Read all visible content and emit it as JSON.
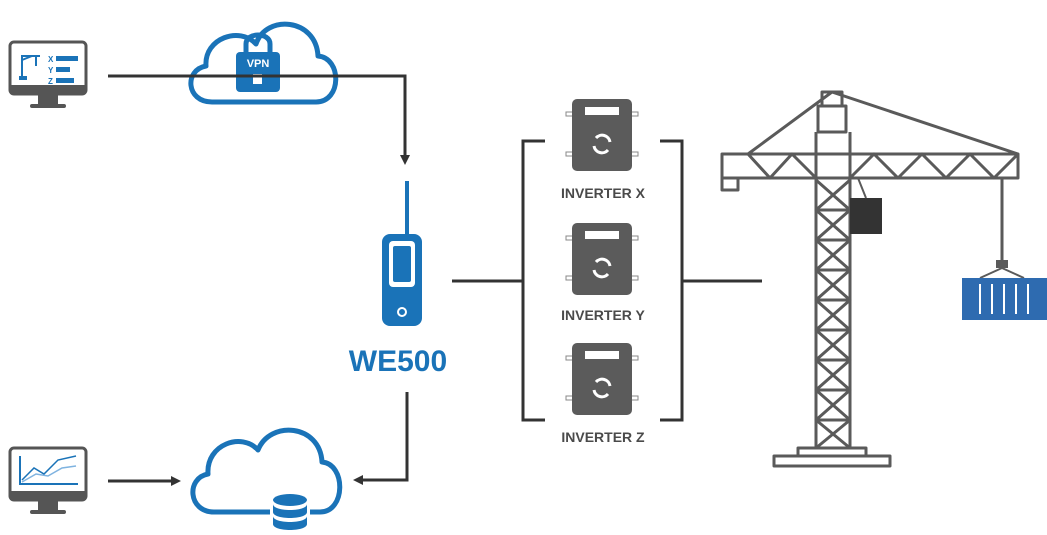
{
  "device": {
    "name": "WE500"
  },
  "vpn": {
    "label": "VPN"
  },
  "inverters": [
    {
      "label": "INVERTER X"
    },
    {
      "label": "INVERTER Y"
    },
    {
      "label": "INVERTER Z"
    }
  ],
  "axes": [
    "X",
    "Y",
    "Z"
  ],
  "colors": {
    "brand_blue": "#1a73b8",
    "line": "#333333",
    "inverter": "#5b5b5b",
    "crane": "#5a5a5a",
    "container": "#2e6bb0"
  },
  "icons": [
    "monitor-icon",
    "cloud-vpn-icon",
    "padlock-icon",
    "radio-device-icon",
    "inverter-icon",
    "crane-icon",
    "container-icon",
    "cloud-database-icon",
    "database-icon",
    "chart-monitor-icon"
  ]
}
